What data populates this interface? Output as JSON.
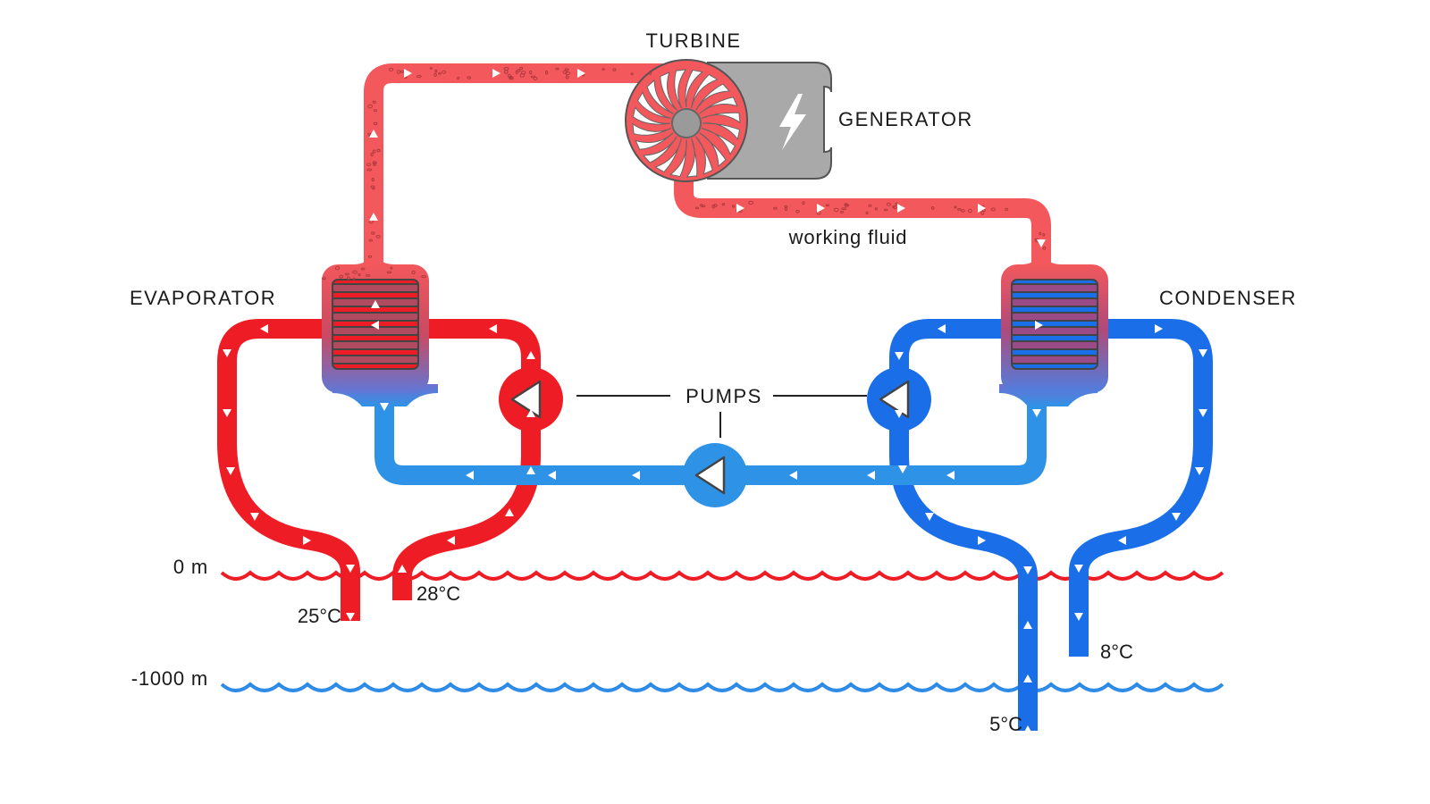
{
  "labels": {
    "turbine": "TURBINE",
    "generator": "GENERATOR",
    "working_fluid": "working fluid",
    "evaporator": "EVAPORATOR",
    "condenser": "CONDENSER",
    "pumps": "PUMPS",
    "surface_depth": "0 m",
    "deep_depth": "-1000 m",
    "warm_return_temp": "25°C",
    "warm_intake_temp": "28°C",
    "cold_return_temp": "8°C",
    "cold_intake_temp": "5°C"
  },
  "colors": {
    "warm": "#ee1c24",
    "warm_light": "#f2585c",
    "cold": "#1a6fe8",
    "cold_light": "#2e93e6",
    "generator": "#a9a9a9",
    "hub": "#9a9a9a"
  },
  "icons": {
    "generator": "lightning-bolt-icon",
    "turbine": "turbine-rotor-icon",
    "pump": "pump-triangle-icon"
  }
}
